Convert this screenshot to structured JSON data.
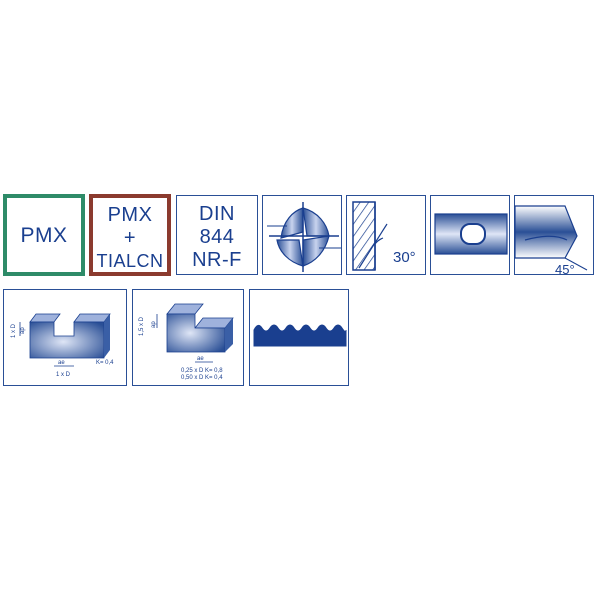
{
  "row1": {
    "material": {
      "label": "PMX"
    },
    "coating": {
      "lines": [
        "PMX",
        "+",
        "TIALCN"
      ]
    },
    "standard": {
      "lines": [
        "DIN",
        "844",
        "NR-F"
      ]
    },
    "helix": {
      "angle": "30°"
    },
    "chamfer": {
      "angle": "45°"
    }
  },
  "row2": {
    "slot": {
      "depth": "1 x D",
      "ap": "ap",
      "ae": "ae",
      "width": "1 x D",
      "k": "K= 0,4"
    },
    "side": {
      "depth": "1,5 x D",
      "ap": "ap",
      "ae": "ae",
      "line1": "0,25 x D K= 0,8",
      "line2": "0,50 x D K= 0,4"
    }
  },
  "colors": {
    "accent": "#1a3f8f",
    "green": "#2e8b68",
    "brown": "#8b3a2e"
  }
}
